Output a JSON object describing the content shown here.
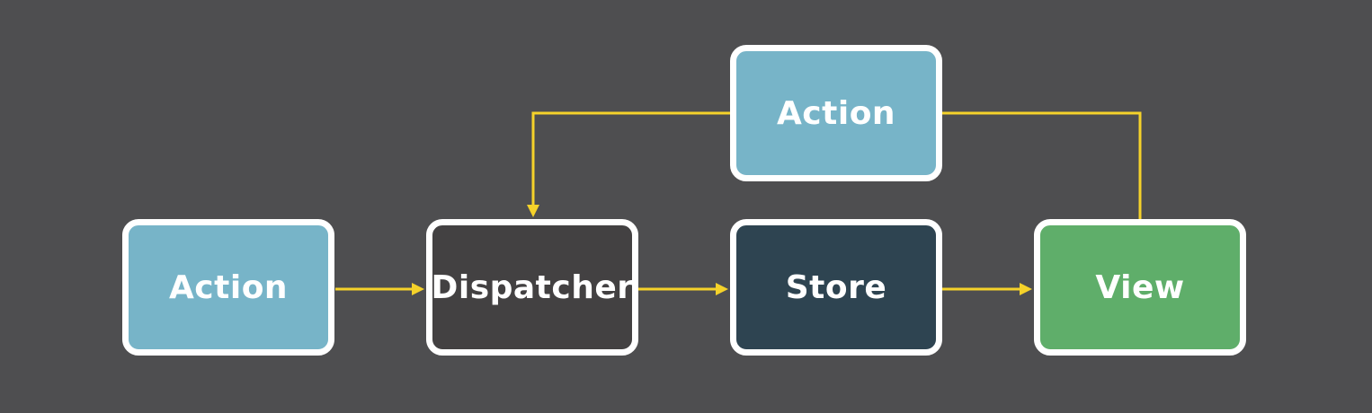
{
  "diagram": {
    "background": "#4e4e50",
    "connector_color": "#f5d22a",
    "border_color": "#ffffff",
    "nodes": {
      "action_left": {
        "label": "Action",
        "fill": "#77b4c8"
      },
      "dispatcher": {
        "label": "Dispatcher",
        "fill": "#434142"
      },
      "store": {
        "label": "Store",
        "fill": "#2e4451"
      },
      "view": {
        "label": "View",
        "fill": "#5fae6a"
      },
      "action_top": {
        "label": "Action",
        "fill": "#77b4c8"
      }
    },
    "edges": [
      {
        "from": "action_left",
        "to": "dispatcher"
      },
      {
        "from": "dispatcher",
        "to": "store"
      },
      {
        "from": "store",
        "to": "view"
      },
      {
        "from": "view",
        "to": "action_top"
      },
      {
        "from": "action_top",
        "to": "dispatcher"
      }
    ]
  }
}
